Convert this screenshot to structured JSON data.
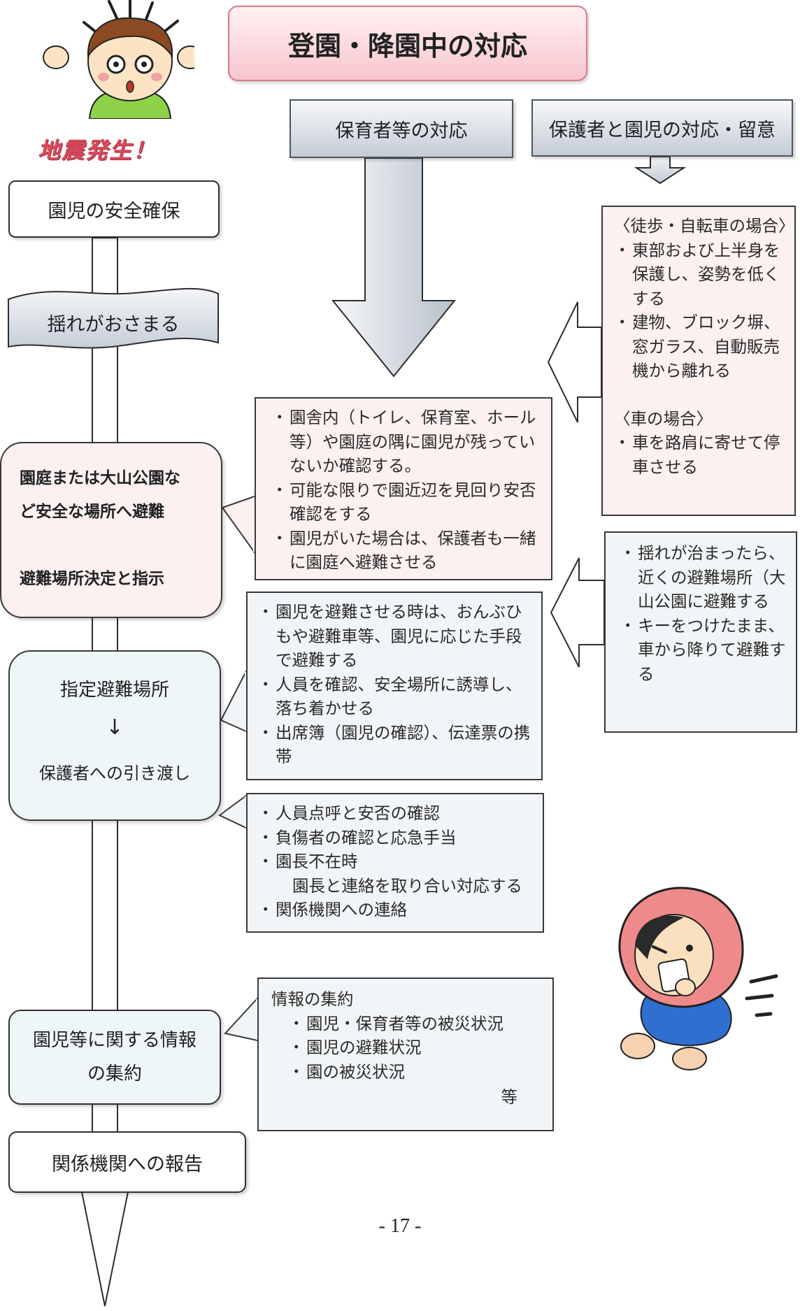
{
  "title": "登園・降園中の対応",
  "earthquake_label": "地震発生！",
  "headers": {
    "staff": "保育者等の対応",
    "parents": "保護者と園児の対応・留意"
  },
  "flow": {
    "secure": "園児の安全確保",
    "shaking_stops": "揺れがおさまる",
    "evacuate_line1": "園庭または大山公園な",
    "evacuate_line2": "ど安全な場所へ避難",
    "evacuate_line3": "避難場所決定と指示",
    "designated_line1": "指定避難場所",
    "designated_arrow": "↓",
    "designated_line2": "保護者への引き渡し",
    "info_line1": "園児等に関する情報",
    "info_line2": "の集約",
    "report": "関係機関への報告"
  },
  "notes": {
    "walk_bike": {
      "heading": "〈徒歩・自転車の場合〉",
      "items": [
        "東部および上半身を保護し、姿勢を低くする",
        "建物、ブロック塀、窓ガラス、自動販売機から離れる"
      ],
      "car_heading": "〈車の場合〉",
      "car_items": [
        "車を路肩に寄せて停車させる"
      ]
    },
    "check_premises": {
      "items": [
        "園舎内（トイレ、保育室、ホール等）や園庭の隅に園児が残っていないか確認する。",
        "可能な限りで園近辺を見回り安否確認をする",
        "園児がいた場合は、保護者も一緒に園庭へ避難させる"
      ]
    },
    "after_shaking": {
      "items": [
        "揺れが治まったら、近くの避難場所（大山公園に避難する",
        "キーをつけたまま、車から降りて避難する"
      ]
    },
    "evacuation_means": {
      "items": [
        "園児を避難させる時は、おんぶひもや避難車等、園児に応じた手段で避難する",
        "人員を確認、安全場所に誘導し、落ち着かせる",
        "出席簿（園児の確認）、伝達票の携帯"
      ]
    },
    "roll_call": {
      "items": [
        "人員点呼と安否の確認",
        "負傷者の確認と応急手当",
        "園長不在時"
      ],
      "indent": "園長と連絡を取り合い対応する",
      "last": "関係機関への連絡"
    },
    "info_collection": {
      "heading": "情報の集約",
      "items": [
        "園児・保育者等の被災状況",
        "園児の避難状況",
        "園の被災状況"
      ],
      "etc": "等"
    }
  },
  "page_number": "- 17 -",
  "colors": {
    "pink": "#fdf0f0",
    "gray_blue": "#f2f5f7",
    "accent_red": "#d54a5a"
  }
}
